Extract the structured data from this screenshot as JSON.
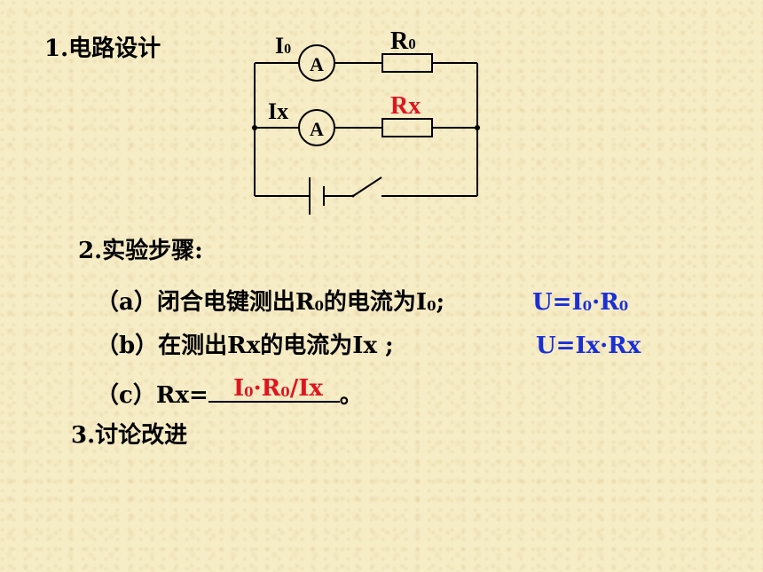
{
  "heading1": "1.电路设计",
  "heading2": "2.实验步骤:",
  "heading3": "3.讨论改进",
  "circuit": {
    "i0_label": "I",
    "i0_sub": "0",
    "ix_label": "Ix",
    "r0_label": "R",
    "r0_sub": "0",
    "rx_label": "Rx",
    "ammeter_symbol": "A"
  },
  "steps": {
    "a_prefix": "（a）闭合电键测出R",
    "a_sub": "0",
    "a_mid": "的电流为I",
    "a_sub2": "0",
    "a_end": ";",
    "a_formula_1": "U=I",
    "a_formula_sub1": "0",
    "a_formula_2": "·R",
    "a_formula_sub2": "0",
    "b_text": "（b）在测出Rx的电流为Ix ;",
    "b_formula": "U=Ix·Rx",
    "c_prefix": "（c）Rx=",
    "c_answer_1": "I",
    "c_answer_sub1": "0",
    "c_answer_2": "·R",
    "c_answer_sub2": "0",
    "c_answer_3": "/Ix",
    "c_end": "。"
  },
  "colors": {
    "background": "#f6ecc6",
    "formula": "#1a2fd6",
    "highlight": "#e0141e",
    "line": "#000000"
  }
}
